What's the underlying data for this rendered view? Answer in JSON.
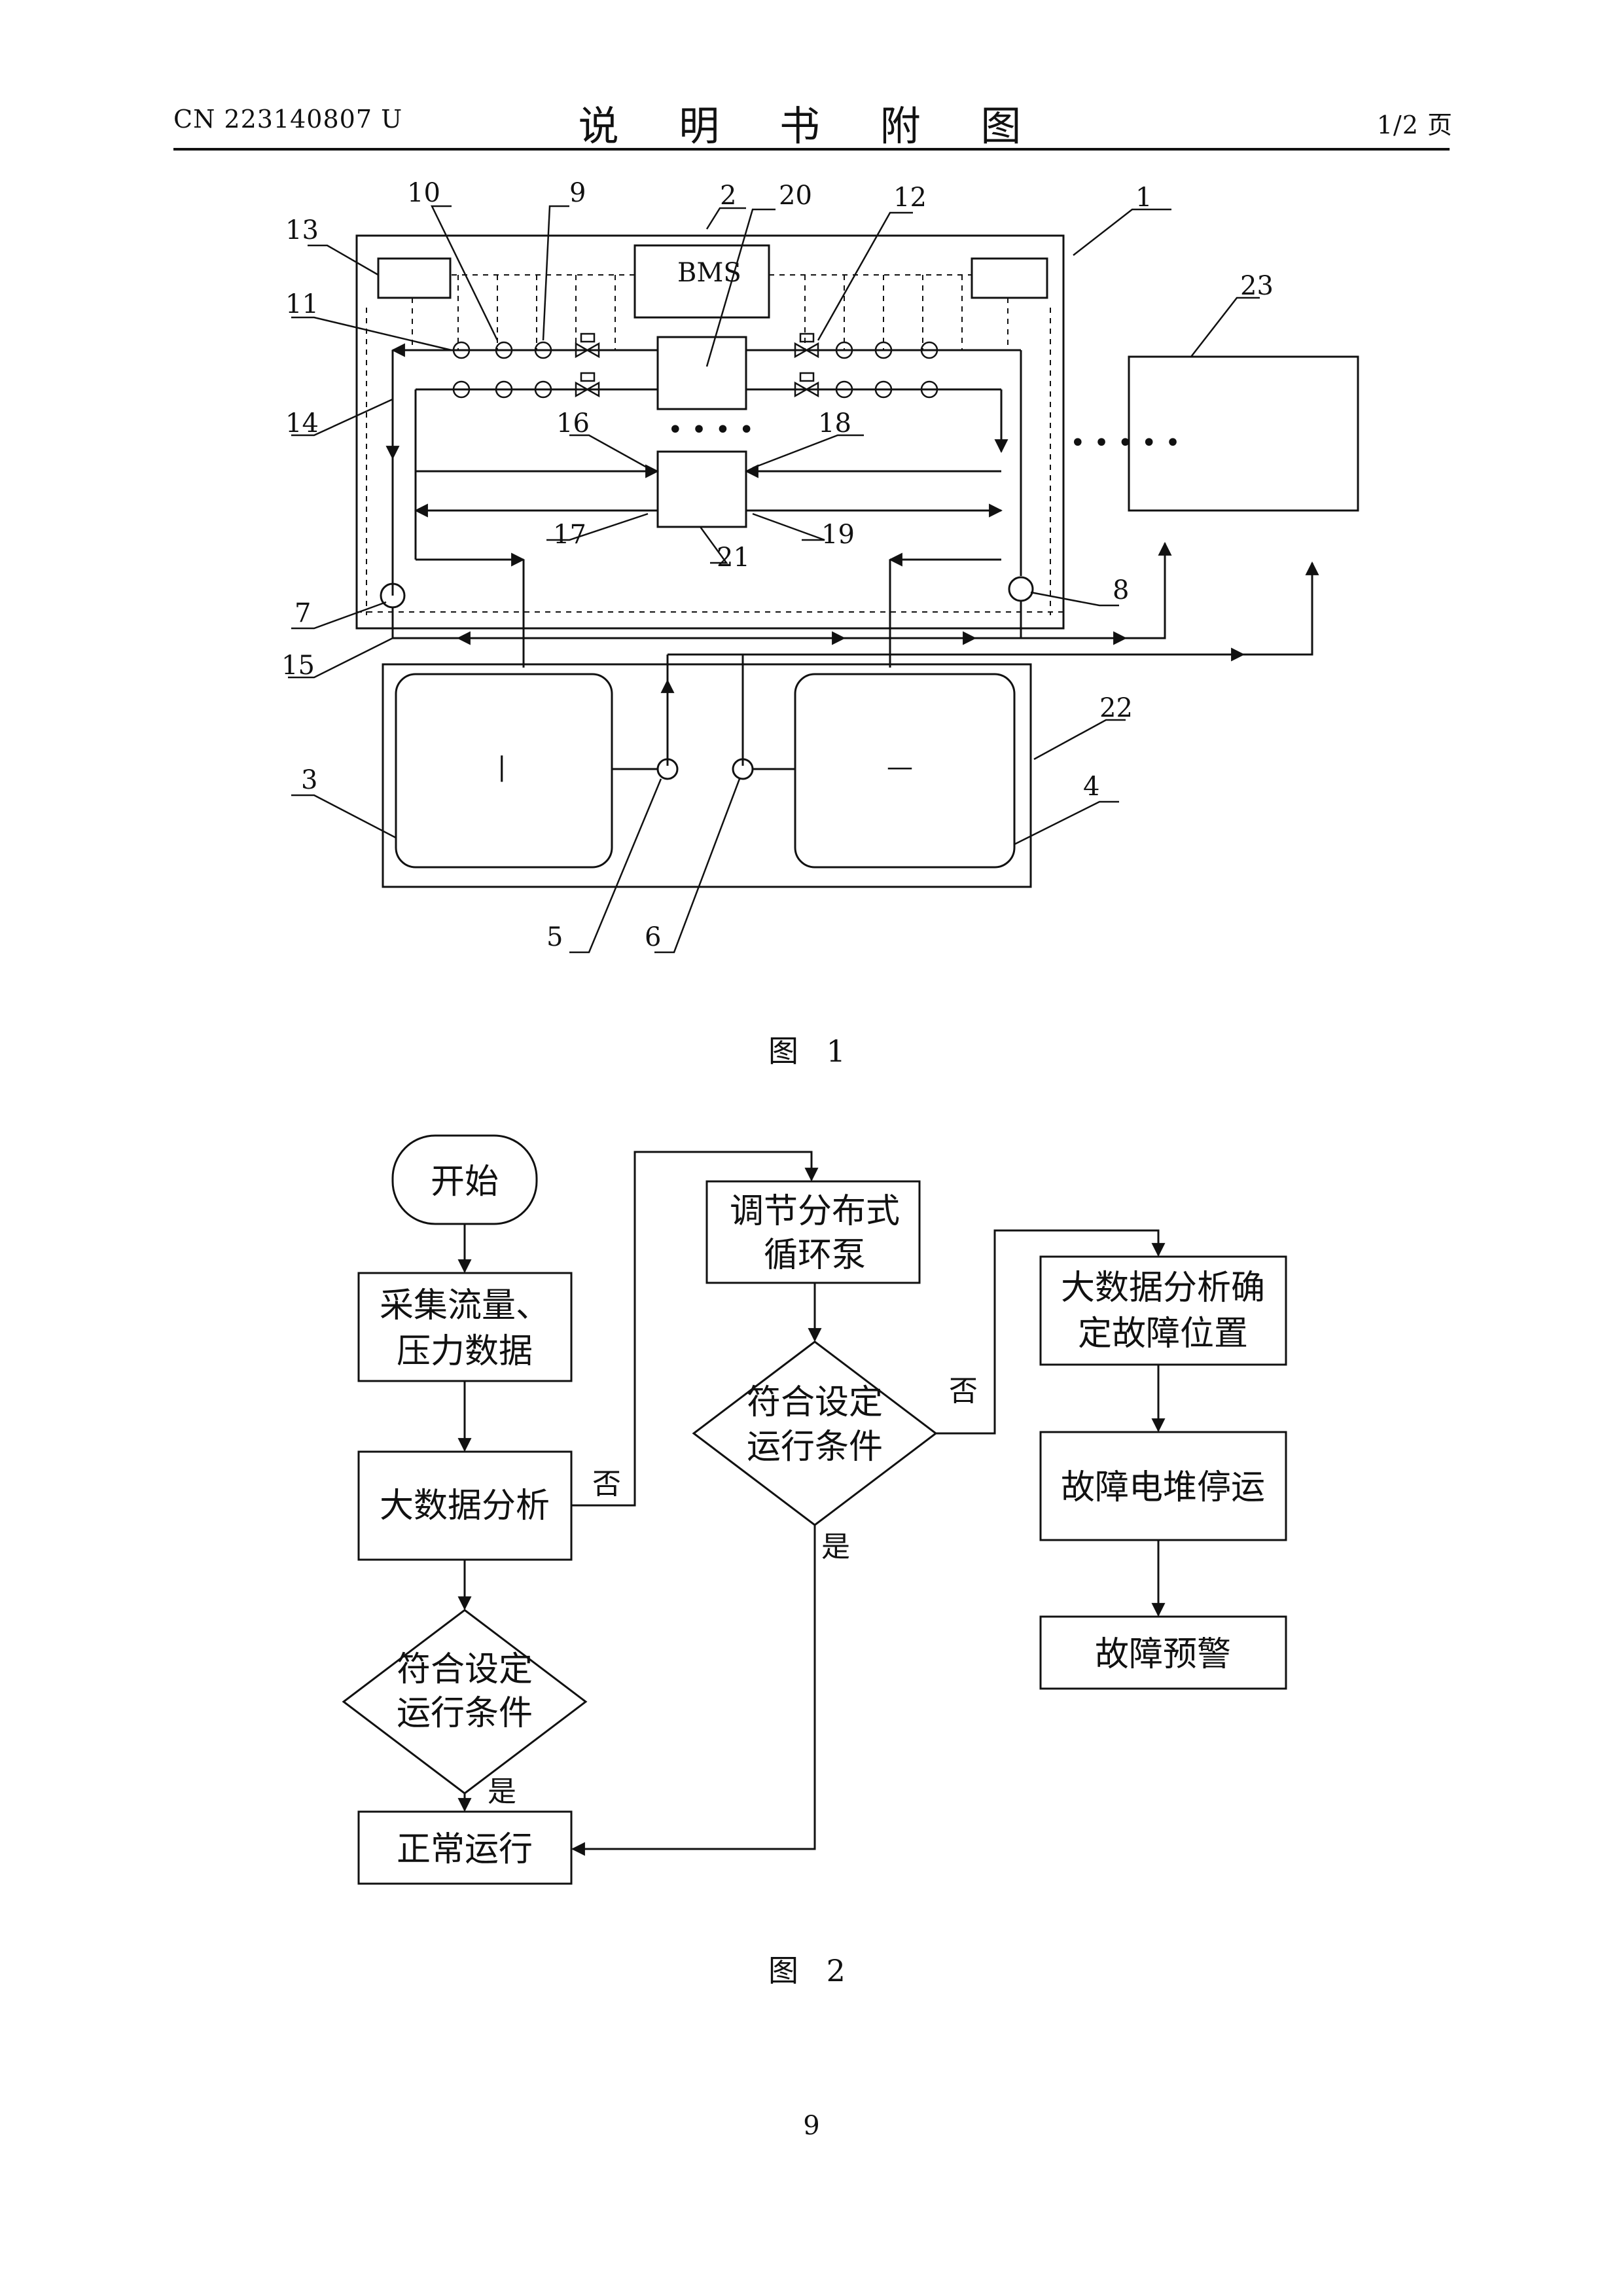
{
  "header": {
    "doc_number": "CN 223140807 U",
    "title": "说 明 书 附 图",
    "page_fraction": "1/2 页"
  },
  "figure1": {
    "caption": "图 1",
    "bms_label": "BMS",
    "dots_label": "• • • •",
    "side_dots_label": "• • • • •",
    "tank_left_symbol": "|",
    "tank_right_symbol": "—",
    "labels": [
      "1",
      "2",
      "3",
      "4",
      "5",
      "6",
      "7",
      "8",
      "9",
      "10",
      "11",
      "12",
      "13",
      "14",
      "15",
      "16",
      "17",
      "18",
      "19",
      "20",
      "21",
      "22",
      "23"
    ]
  },
  "figure2": {
    "caption": "图 2",
    "start": "开始",
    "collect": [
      "采集流量、",
      "压力数据"
    ],
    "analyze": "大数据分析",
    "decision_left": [
      "符合设定",
      "运行条件"
    ],
    "normal": "正常运行",
    "adjust": [
      "调节分布式",
      "循环泵"
    ],
    "decision_mid": [
      "符合设定",
      "运行条件"
    ],
    "locate": [
      "大数据分析确",
      "定故障位置"
    ],
    "stop": "故障电堆停运",
    "warning": "故障预警",
    "yes": "是",
    "no": "否"
  },
  "page_number": "9"
}
